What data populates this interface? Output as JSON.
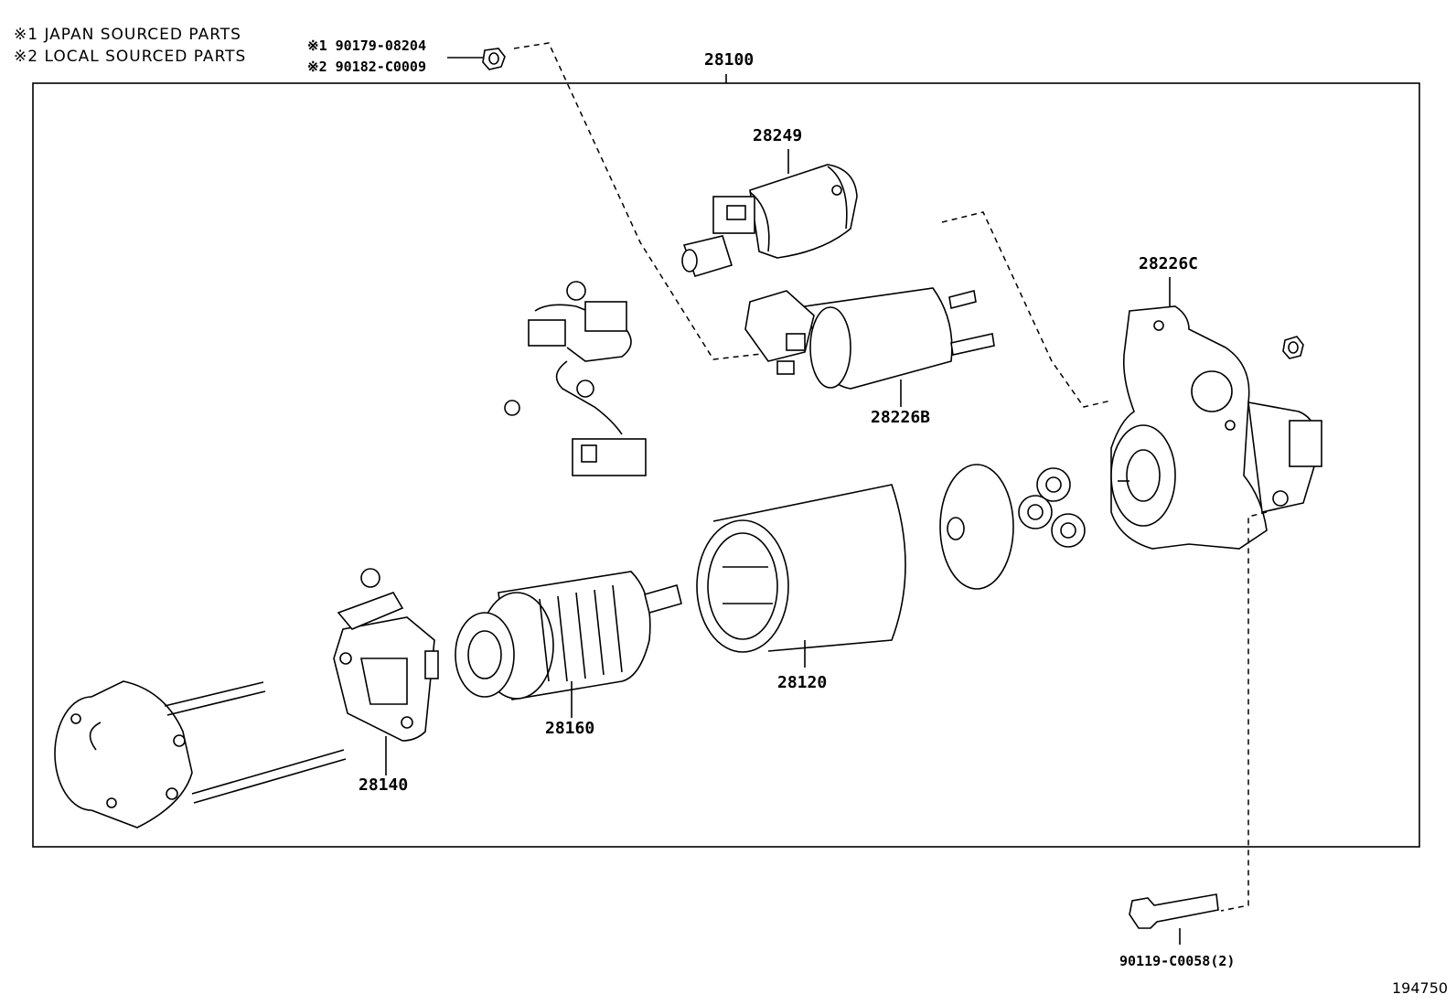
{
  "legend": {
    "line1": "※1 JAPAN SOURCED PARTS",
    "line2": "※2 LOCAL SOURCED PARTS"
  },
  "ref_parts": {
    "line1": "※1 90179-08204",
    "line2": "※2 90182-C0009"
  },
  "parts": {
    "assembly": "28100",
    "p28249": "28249",
    "p28226B": "28226B",
    "p28226C": "28226C",
    "p28120": "28120",
    "p28160": "28160",
    "p28140": "28140",
    "bolt": "90119-C0058(2)"
  },
  "diagram_code": "194750"
}
